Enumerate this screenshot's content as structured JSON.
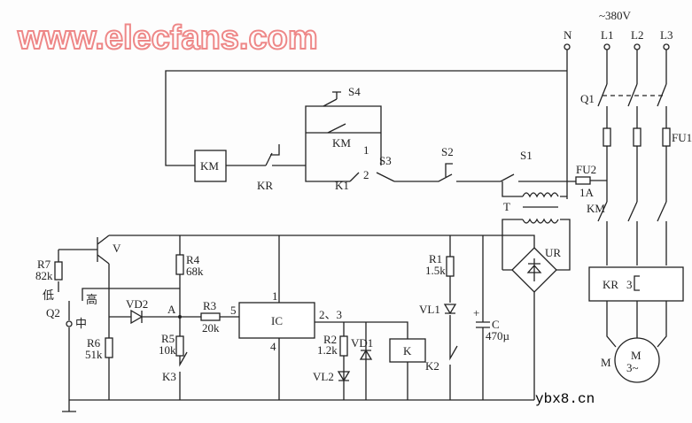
{
  "supply": {
    "voltage": "~380V",
    "n": "N",
    "l1": "L1",
    "l2": "L2",
    "l3": "L3"
  },
  "labels": {
    "q1": "Q1",
    "fu1": "FU1",
    "fu2": "FU2",
    "fu2_rating": "1A",
    "km_main": "KM",
    "kr": "KR",
    "kr_num": "3",
    "motor": "M",
    "motor_sym": "M",
    "motor_phase": "3~",
    "km_coil": "KM",
    "kr_contact": "KR",
    "s4": "S4",
    "km_contact": "KM",
    "k1": "K1",
    "s3": "S3",
    "s3_pos1": "1",
    "s3_pos2": "2",
    "s2": "S2",
    "s1": "S1",
    "t": "T",
    "ur": "UR",
    "v": "V",
    "r7": "R7",
    "r7_val": "82k",
    "low": "低",
    "q2": "Q2",
    "mid": "中",
    "high": "高",
    "r6": "R6",
    "r6_val": "51k",
    "vd2": "VD2",
    "a": "A",
    "r4": "R4",
    "r4_val": "68k",
    "r5": "R5",
    "r5_val": "10k",
    "k3": "K3",
    "r3": "R3",
    "r3_val": "20k",
    "pin5": "5",
    "pin1": "1",
    "pin4": "4",
    "pin23": "2、3",
    "ic": "IC",
    "r2": "R2",
    "r2_val": "1.2k",
    "vd1": "VD1",
    "vl2": "VL2",
    "k": "K",
    "r1": "R1",
    "r1_val": "1.5k",
    "vl1": "VL1",
    "c": "C",
    "c_val": "470µ",
    "c_plus": "+",
    "k2": "K2"
  },
  "watermark": "www.elecfans.com",
  "source": "ybx8.cn"
}
